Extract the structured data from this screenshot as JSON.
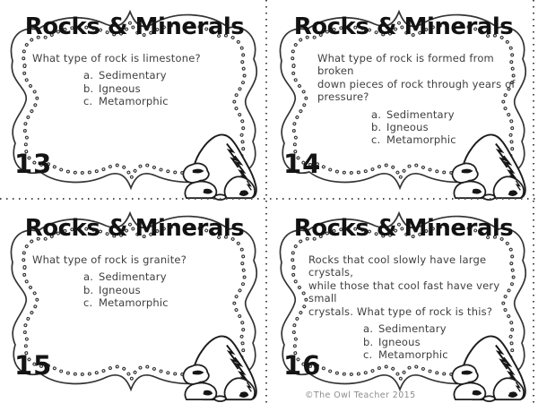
{
  "page": {
    "background": "#ffffff",
    "ink_color": "#343434",
    "body_text_color": "#3e3e3e",
    "credit": "©The Owl Teacher 2015"
  },
  "cards": [
    {
      "number": "13",
      "title": "Rocks & Minerals",
      "question_lines": [
        "What type of rock is limestone?"
      ],
      "options": [
        {
          "letter": "a.",
          "label": "Sedimentary"
        },
        {
          "letter": "b.",
          "label": "Igneous"
        },
        {
          "letter": "c.",
          "label": "Metamorphic"
        }
      ]
    },
    {
      "number": "14",
      "title": "Rocks & Minerals",
      "question_lines": [
        "What type of rock is formed from broken",
        "down pieces of rock through years of",
        "pressure?"
      ],
      "options": [
        {
          "letter": "a.",
          "label": "Sedimentary"
        },
        {
          "letter": "b.",
          "label": "Igneous"
        },
        {
          "letter": "c.",
          "label": "Metamorphic"
        }
      ]
    },
    {
      "number": "15",
      "title": "Rocks & Minerals",
      "question_lines": [
        "What type of rock is granite?"
      ],
      "options": [
        {
          "letter": "a.",
          "label": "Sedimentary"
        },
        {
          "letter": "b.",
          "label": "Igneous"
        },
        {
          "letter": "c.",
          "label": "Metamorphic"
        }
      ]
    },
    {
      "number": "16",
      "title": "Rocks & Minerals",
      "question_lines": [
        "Rocks that cool slowly have large crystals,",
        "while those that cool fast have very small",
        "crystals.  What type of rock is this?"
      ],
      "options": [
        {
          "letter": "a.",
          "label": "Sedimentary"
        },
        {
          "letter": "b.",
          "label": "Igneous"
        },
        {
          "letter": "c.",
          "label": "Metamorphic"
        }
      ]
    }
  ]
}
